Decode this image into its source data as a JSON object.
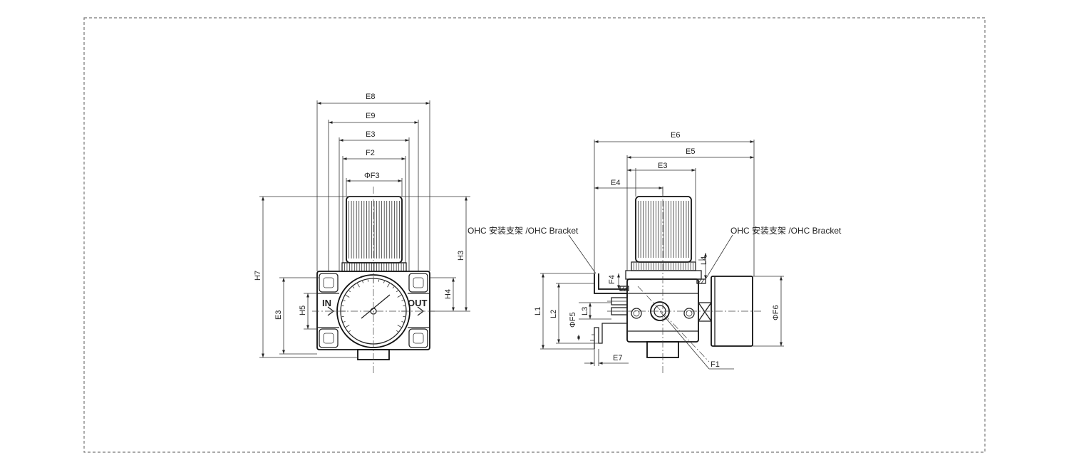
{
  "front_view": {
    "dims": {
      "e8": "E8",
      "e9": "E9",
      "e3": "E3",
      "f2": "F2",
      "phi_f3": "ΦF3",
      "h7": "H7",
      "e3_left": "E3",
      "h5": "H5",
      "h3": "H3",
      "h4": "H4"
    },
    "ports": {
      "in": "IN",
      "out": "OUT"
    }
  },
  "side_view": {
    "dims": {
      "e6": "E6",
      "e5": "E5",
      "e3": "E3",
      "e4": "E4",
      "f4": "F4",
      "l4": "L4",
      "l1": "L1",
      "l2": "L2",
      "l3": "L3",
      "phi_f5": "ΦF5",
      "phi_f6": "ΦF6",
      "e7": "E7",
      "f1": "F1"
    },
    "notes": {
      "bracket_left": "OHC 安装支架 /OHC Bracket",
      "bracket_right": "OHC 安装支架 /OHC Bracket"
    }
  }
}
